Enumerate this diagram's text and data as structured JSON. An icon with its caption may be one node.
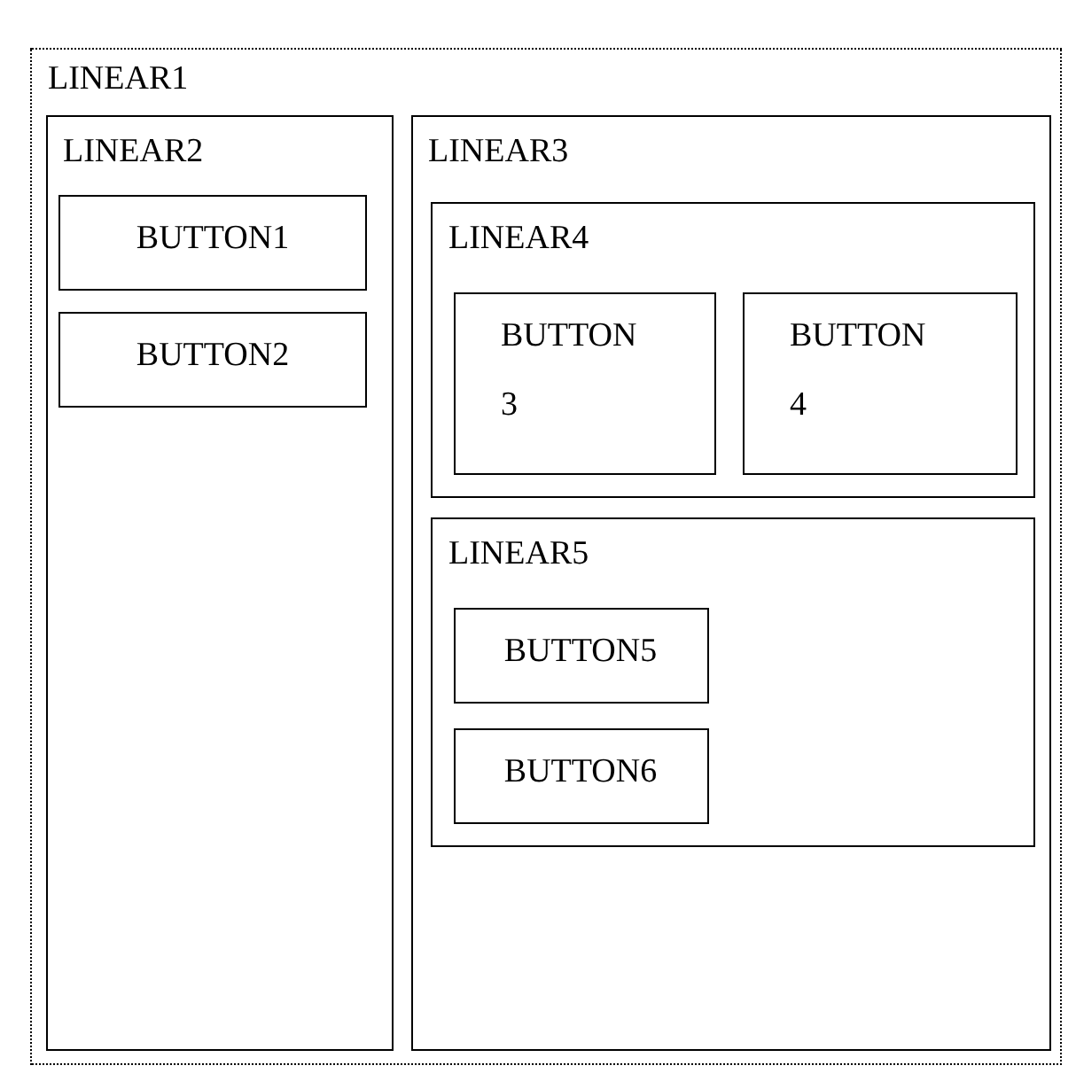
{
  "diagram": {
    "nodes": [
      {
        "text": [
          "LINEAR1"
        ]
      },
      {
        "text": [
          "LINEAR2"
        ],
        "in": 0
      },
      {
        "text": [
          "BUTTON1"
        ],
        "in": 1
      },
      {
        "text": [
          "BUTTON2"
        ],
        "in": 1
      },
      {
        "text": [
          "LINEAR3"
        ],
        "in": 0
      },
      {
        "text": [
          "LINEAR4"
        ],
        "in": 4
      },
      {
        "text": [
          "BUTTON3"
        ],
        "in": 5
      },
      {
        "text": [
          "BUTTON4"
        ],
        "in": 5
      },
      {
        "text": [
          "LINEAR5"
        ],
        "in": 4
      },
      {
        "text": [
          "BUTTON5"
        ],
        "in": 8
      },
      {
        "text": [
          "BUTTON6"
        ],
        "in": 8
      }
    ]
  }
}
